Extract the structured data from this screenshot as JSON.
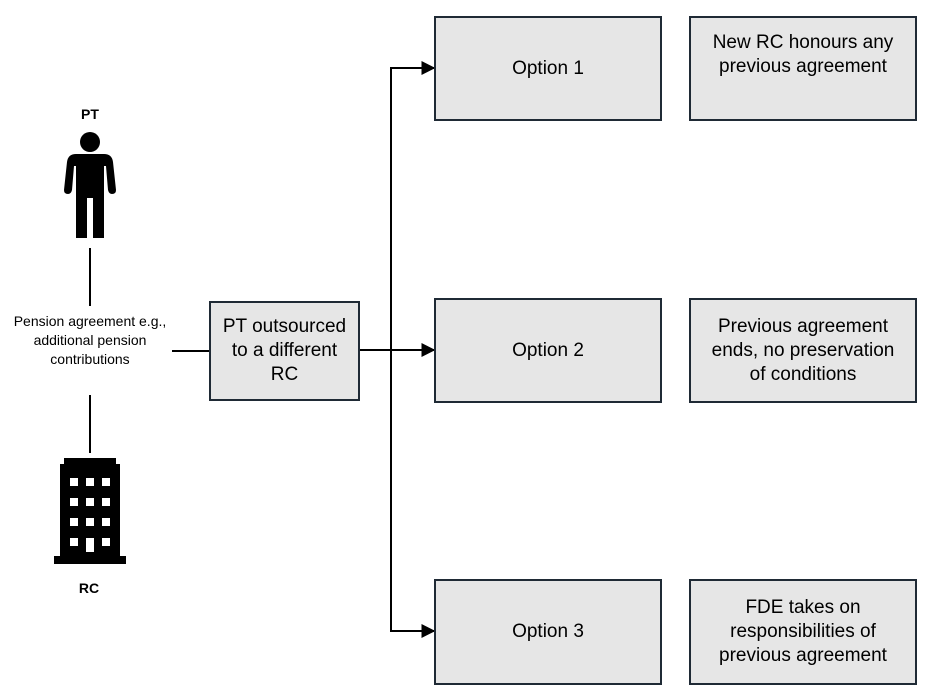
{
  "person": {
    "label": "PT",
    "icon": "person-icon"
  },
  "company": {
    "label": "RC",
    "icon": "building-icon"
  },
  "agreement_text": "Pension agreement e.g., additional pension contributions",
  "outsourced_box": "PT outsourced to a different RC",
  "options": [
    {
      "label": "Option 1",
      "outcome": "New RC honours any previous agreement"
    },
    {
      "label": "Option 2",
      "outcome": "Previous agreement ends, no preservation of conditions"
    },
    {
      "label": "Option 3",
      "outcome": "FDE takes on responsibilities of previous agreement"
    }
  ],
  "colors": {
    "box_fill": "#e6e6e6",
    "box_border": "#1f2a35",
    "line": "#000000"
  }
}
